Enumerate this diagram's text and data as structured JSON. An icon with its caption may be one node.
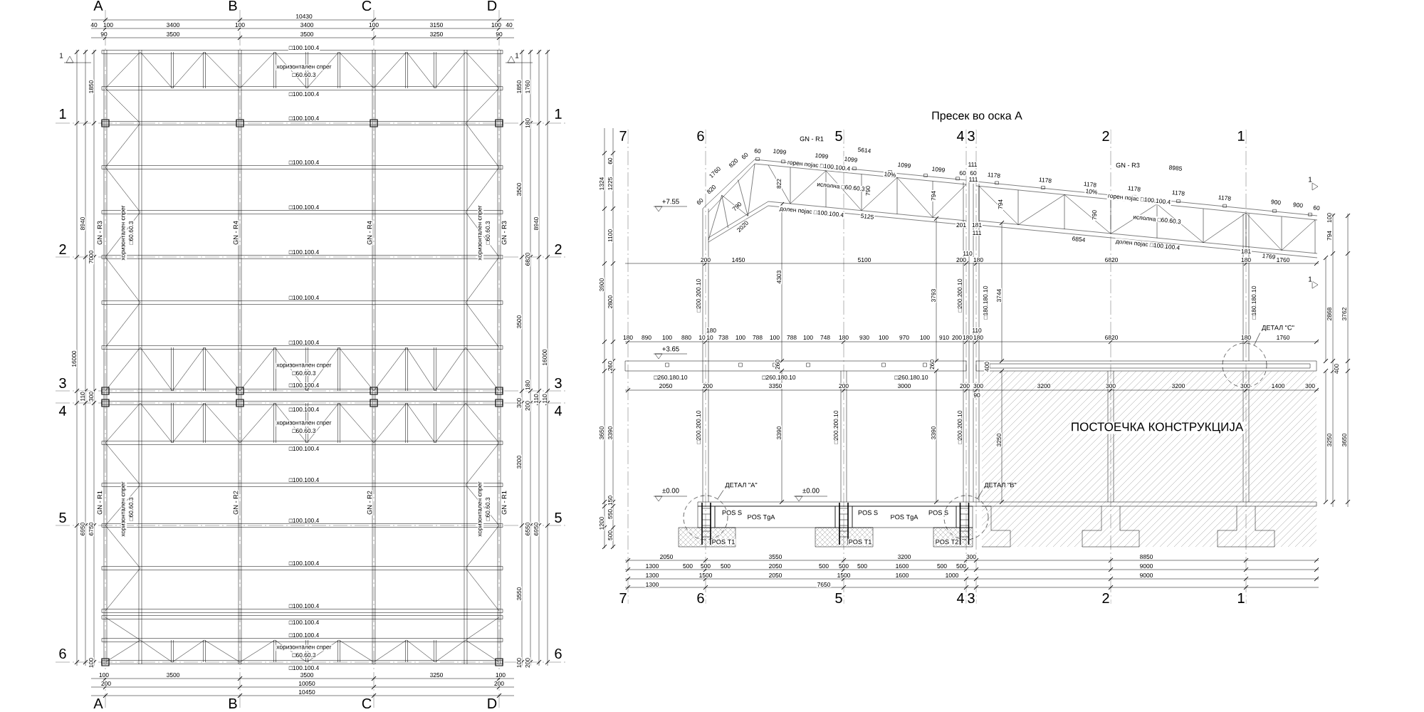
{
  "diagram": {
    "title": "Пресек во оска А",
    "nodes": [
      {
        "text": [
          "ДЕТАЛ \"А\""
        ]
      },
      {
        "text": [],
        "shape": "circle"
      },
      {
        "text": [
          "ДЕТАЛ \"В\""
        ]
      },
      {
        "text": [],
        "shape": "circle"
      },
      {
        "text": [
          "ДЕТАЛ \"С\""
        ]
      },
      {
        "text": [],
        "shape": "circle"
      }
    ],
    "edges": [
      {
        "from": 0,
        "to": 1,
        "arrow": "none"
      },
      {
        "from": 2,
        "to": 3,
        "arrow": "none"
      },
      {
        "from": 4,
        "to": 5,
        "arrow": "none"
      }
    ],
    "labels": [
      "A",
      "B",
      "C",
      "D",
      "10430",
      "40",
      "100",
      "3400",
      "100",
      "3400",
      "100",
      "3150",
      "100",
      "40",
      "90",
      "3500",
      "3500",
      "3250",
      "90",
      "1",
      "1",
      "1",
      "2",
      "3",
      "4",
      "5",
      "6",
      "1",
      "2",
      "3",
      "4",
      "5",
      "6",
      "□100.100.4",
      "□100.100.4",
      "□100.100.4",
      "□100.100.4",
      "□100.100.4",
      "□100.100.4",
      "□100.100.4",
      "□100.100.4",
      "□100.100.4",
      "□100.100.4",
      "□100.100.4",
      "□100.100.4",
      "□100.100.4",
      "□100.100.4",
      "□100.100.4",
      "□100.100.4",
      "□100.100.4",
      "□100.100.4",
      "хоризонтален спрег",
      "□60.60.3",
      "хоризонтален спрег",
      "□60.60.3",
      "хоризонтален спрег",
      "□60.60.3",
      "хоризонтален спрег",
      "□60.60.3",
      "хоризонтален спрег",
      "□60.60.3",
      "хоризонтален спрег",
      "□60.60.3",
      "хоризонтален спрег",
      "□60.60.3",
      "хоризонтален спрег",
      "□60.60.3",
      "GN - R3",
      "GN - R4",
      "GN - R4",
      "GN - R3",
      "GN - R1",
      "GN - R2",
      "GN - R2",
      "GN - R1",
      "1850",
      "8940",
      "7000",
      "16000",
      "110",
      "300",
      "6950",
      "6750",
      "100",
      "1850",
      "1760",
      "180",
      "3500",
      "8940",
      "6820",
      "3500",
      "16000",
      "180",
      "300",
      "200",
      "110",
      "110",
      "3200",
      "6550",
      "6950",
      "3550",
      "100",
      "200",
      "100",
      "3500",
      "3500",
      "3250",
      "100",
      "200",
      "10050",
      "200",
      "10450",
      "A",
      "B",
      "C",
      "D",
      "7",
      "6",
      "5",
      "4",
      "3",
      "2",
      "1",
      "GN - R1",
      "GN - R3",
      "60",
      "60",
      "820",
      "1760",
      "820",
      "60",
      "1099",
      "1099",
      "5614",
      "1099",
      "10%",
      "1099",
      "1099",
      "822",
      "790",
      "790",
      "794",
      "2020",
      "5125",
      "111",
      "60",
      "60",
      "111",
      "201",
      "181",
      "111",
      "110",
      "794",
      "1178",
      "1178",
      "8985",
      "1178",
      "1178",
      "1178",
      "1178",
      "10%",
      "900",
      "900",
      "60",
      "790",
      "6854",
      "181",
      "1769",
      "100",
      "794",
      "горен појас □100.100.4",
      "исполна □60.60.3",
      "долен појас □100.100.4",
      "горен појас □100.100.4",
      "исполна □60.60.3",
      "долен појас □100.100.4",
      "1",
      "1",
      "200",
      "1450",
      "5100",
      "200",
      "180",
      "6820",
      "180",
      "1760",
      "60",
      "1324",
      "1225",
      "1100",
      "3900",
      "2800",
      "260",
      "3650",
      "3390",
      "150",
      "550",
      "1200",
      "500",
      "+7.55",
      "4303",
      "3793",
      "3744",
      "2868",
      "3762",
      "□200.200.10",
      "□200.200.10",
      "□180.180.10",
      "□180.180.10",
      "180",
      "110",
      "180",
      "890",
      "100",
      "880",
      "10",
      "10",
      "738",
      "100",
      "788",
      "100",
      "788",
      "100",
      "748",
      "180",
      "930",
      "100",
      "970",
      "100",
      "910",
      "200",
      "180",
      "180",
      "6820",
      "180",
      "1760",
      "+3.65",
      "260",
      "260",
      "□260.180.10",
      "□260.180.10",
      "□260.180.10",
      "400",
      "400",
      "2050",
      "200",
      "3350",
      "200",
      "3000",
      "200",
      "300",
      "3200",
      "300",
      "3200",
      "300",
      "1400",
      "300",
      "90",
      "ПОСТОЕЧКА КОНСТРУКЦИЈА",
      "□200.200.10",
      "□200.200.10",
      "□200.200.10",
      "3390",
      "3390",
      "3250",
      "3250",
      "3650",
      "±0.00",
      "±0.00",
      "POS S",
      "POS TgA",
      "POS S",
      "POS TgA",
      "POS S",
      "POS T1",
      "POS T1",
      "POS T2",
      "2050",
      "3550",
      "3200",
      "300",
      "8850",
      "1300",
      "500",
      "500",
      "500",
      "2050",
      "500",
      "500",
      "500",
      "1600",
      "500",
      "500",
      "9000",
      "1300",
      "1500",
      "2050",
      "1500",
      "1600",
      "1000",
      "9000",
      "1300",
      "7650",
      "7",
      "6",
      "5",
      "4",
      "3",
      "2",
      "1"
    ]
  }
}
